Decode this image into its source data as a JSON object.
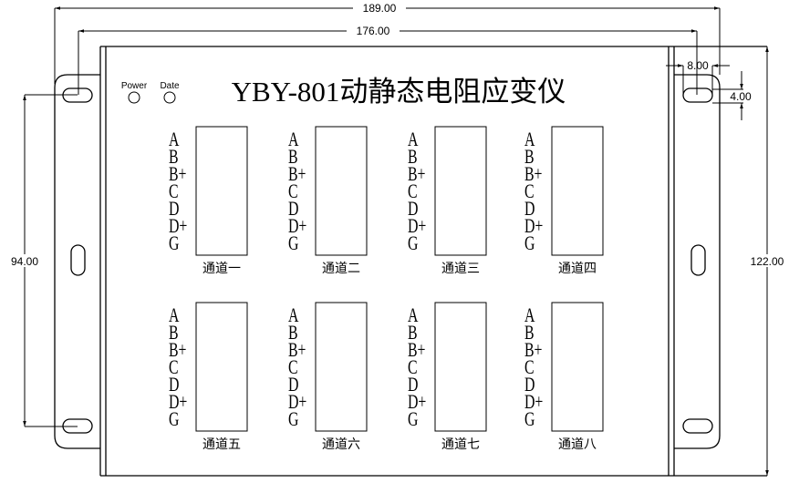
{
  "title": "YBY-801动静态电阻应变仪",
  "indicators": {
    "power": "Power",
    "date": "Date"
  },
  "dimensions": {
    "overall_width": "189.00",
    "hole_spacing_width": "176.00",
    "hole_spacing_height": "94.00",
    "height": "122.00",
    "slot_width": "8.00",
    "slot_height": "4.00"
  },
  "pins": [
    "A",
    "B",
    "B+",
    "C",
    "D",
    "D+",
    "G"
  ],
  "channels": [
    "通道一",
    "通道二",
    "通道三",
    "通道四",
    "通道五",
    "通道六",
    "通道七",
    "通道八"
  ]
}
